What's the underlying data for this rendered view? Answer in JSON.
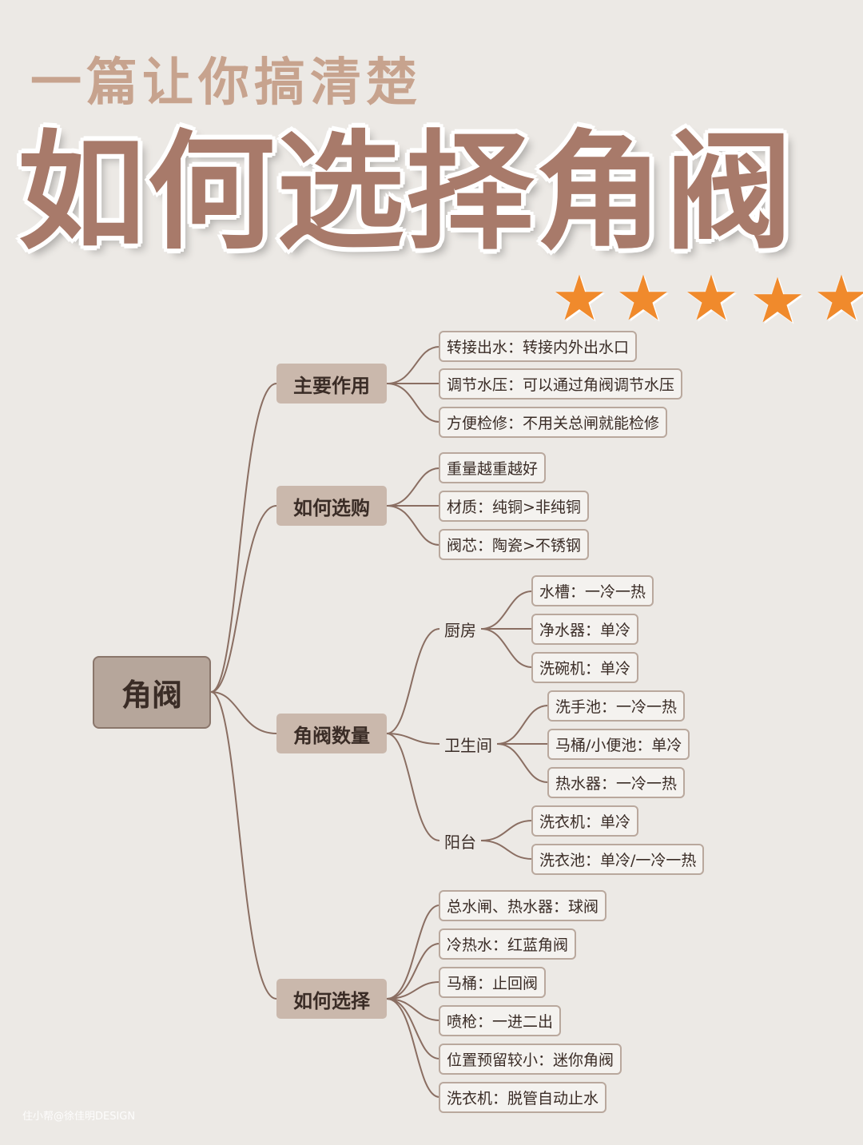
{
  "header": {
    "subtitle": "一篇让你搞清楚",
    "title": "如何选择角阀",
    "stars": [
      "★",
      "★",
      "★",
      "★",
      "★"
    ]
  },
  "mindmap": {
    "root": "角阀",
    "categories": [
      {
        "label": "主要作用",
        "items": [
          "转接出水：转接内外出水口",
          "调节水压：可以通过角阀调节水压",
          "方便检修：不用关总闸就能检修"
        ]
      },
      {
        "label": "如何选购",
        "items": [
          "重量越重越好",
          "材质：纯铜>非纯铜",
          "阀芯：陶瓷>不锈钢"
        ]
      },
      {
        "label": "角阀数量",
        "groups": [
          {
            "label": "厨房",
            "items": [
              "水槽：一冷一热",
              "净水器：单冷",
              "洗碗机：单冷"
            ]
          },
          {
            "label": "卫生间",
            "items": [
              "洗手池：一冷一热",
              "马桶/小便池：单冷",
              "热水器：一冷一热"
            ]
          },
          {
            "label": "阳台",
            "items": [
              "洗衣机：单冷",
              "洗衣池：单冷/一冷一热"
            ]
          }
        ]
      },
      {
        "label": "如何选择",
        "items": [
          "总水闸、热水器：球阀",
          "冷热水：红蓝角阀",
          "马桶：止回阀",
          "喷枪：一进二出",
          "位置预留较小：迷你角阀",
          "洗衣机：脱管自动止水"
        ]
      }
    ]
  },
  "watermark": "住小帮@徐佳明DESIGN",
  "colors": {
    "title": "#a87a6a",
    "subtitle": "#c7a38e",
    "star": "#f08a2c",
    "line": "#8a6e62"
  }
}
